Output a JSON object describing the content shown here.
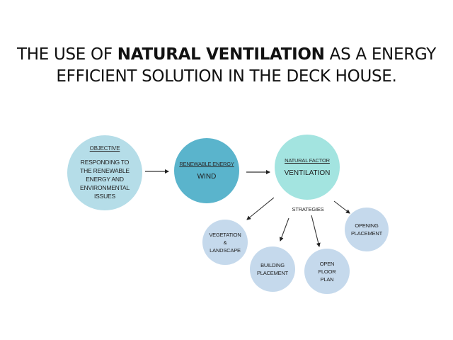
{
  "title": {
    "line1_prefix": "THE USE OF ",
    "line1_bold": "NATURAL VENTILATION",
    "line1_suffix": " AS A ENERGY",
    "line2": "EFFICIENT SOLUTION IN THE DECK HOUSE."
  },
  "colors": {
    "objective_circle": "#b5dde8",
    "wind_circle": "#5ab4cc",
    "ventilation_circle": "#a3e4e0",
    "strategy_circle": "#c5d9ec",
    "arrow": "#222222"
  },
  "nodes": {
    "objective": {
      "heading": "OBJECTIVE",
      "lines": [
        "RESPONDING TO",
        "THE RENEWABLE",
        "ENERGY AND",
        "ENVIRONMENTAL",
        "ISSUES"
      ]
    },
    "renewable_energy": {
      "heading": "RENEWABLE ENERGY",
      "value": "WIND"
    },
    "natural_factor": {
      "heading": "NATURAL FACTOR",
      "value": "VENTILATION"
    }
  },
  "strategies": {
    "label": "STRATEGIES",
    "items": [
      {
        "lines": [
          "VEGETATION",
          "&",
          "LANDSCAPE"
        ]
      },
      {
        "lines": [
          "BUILDING",
          "PLACEMENT"
        ]
      },
      {
        "lines": [
          "OPEN",
          "FLOOR",
          "PLAN"
        ]
      },
      {
        "lines": [
          "OPENING",
          "PLACEMENT"
        ]
      }
    ]
  }
}
